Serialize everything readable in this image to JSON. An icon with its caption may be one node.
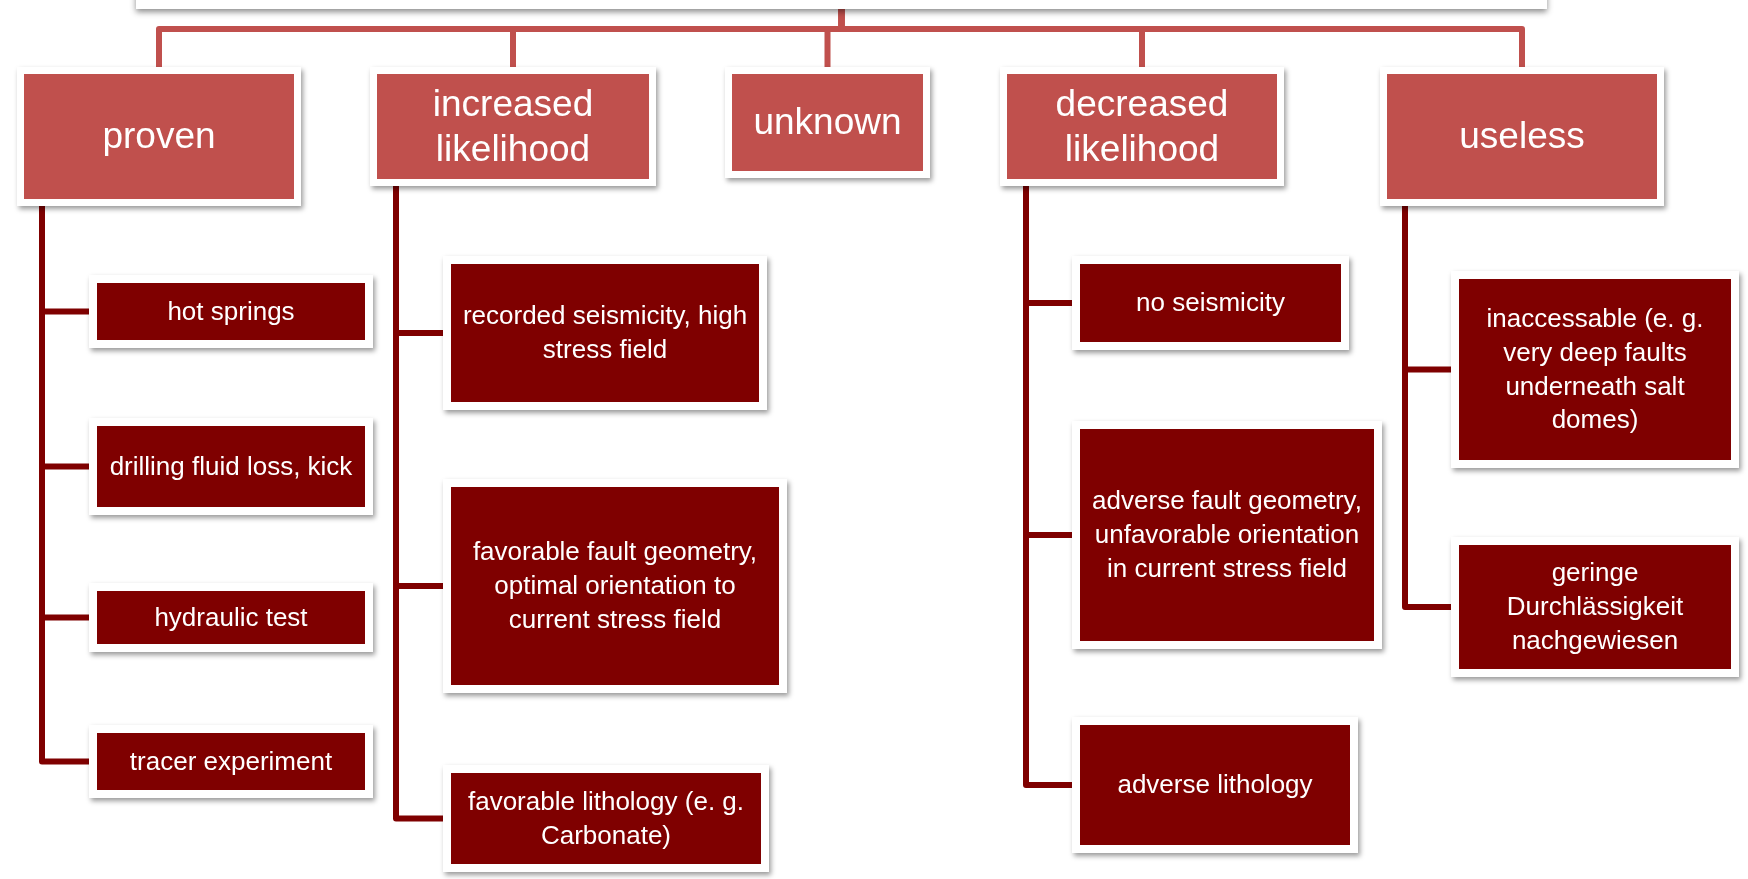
{
  "diagram": {
    "nodes": [
      {
        "text": [],
        "shape": "box"
      },
      {
        "text": [
          "proven"
        ]
      },
      {
        "text": [
          "hot springs"
        ]
      },
      {
        "text": [
          "drilling fluid loss, kick"
        ]
      },
      {
        "text": [
          "hydraulic test"
        ]
      },
      {
        "text": [
          "tracer experiment"
        ]
      },
      {
        "text": [
          "increased likelihood"
        ]
      },
      {
        "text": [
          "recorded seismicity, high stress field"
        ]
      },
      {
        "text": [
          "favorable fault geometry, optimal orientation to current stress field"
        ]
      },
      {
        "text": [
          "favorable lithology (e. g. Carbonate)"
        ]
      },
      {
        "text": [
          "unknown"
        ]
      },
      {
        "text": [
          "decreased likelihood"
        ]
      },
      {
        "text": [
          "no seismicity"
        ]
      },
      {
        "text": [
          "adverse fault geometry, unfavorable orientation in current stress field"
        ]
      },
      {
        "text": [
          "adverse lithology"
        ]
      },
      {
        "text": [
          "useless"
        ]
      },
      {
        "text": [
          "inaccessable (e. g. very deep faults underneath salt domes)"
        ]
      },
      {
        "text": [
          "geringe Durchlässigkeit nachgewiesen"
        ]
      }
    ],
    "edges": [
      {
        "from": 0,
        "to": 1,
        "arrow": "none",
        "color": "#c0504d"
      },
      {
        "from": 0,
        "to": 6,
        "arrow": "none",
        "color": "#c0504d"
      },
      {
        "from": 0,
        "to": 10,
        "arrow": "none",
        "color": "#c0504d"
      },
      {
        "from": 0,
        "to": 11,
        "arrow": "none",
        "color": "#c0504d"
      },
      {
        "from": 0,
        "to": 15,
        "arrow": "none",
        "color": "#c0504d"
      },
      {
        "from": 1,
        "to": 2,
        "arrow": "none"
      },
      {
        "from": 1,
        "to": 3,
        "arrow": "none"
      },
      {
        "from": 1,
        "to": 4,
        "arrow": "none"
      },
      {
        "from": 1,
        "to": 5,
        "arrow": "none"
      },
      {
        "from": 6,
        "to": 7,
        "arrow": "none"
      },
      {
        "from": 6,
        "to": 8,
        "arrow": "none"
      },
      {
        "from": 6,
        "to": 9,
        "arrow": "none"
      },
      {
        "from": 11,
        "to": 12,
        "arrow": "none"
      },
      {
        "from": 11,
        "to": 13,
        "arrow": "none"
      },
      {
        "from": 11,
        "to": 14,
        "arrow": "none"
      },
      {
        "from": 15,
        "to": 16,
        "arrow": "none"
      },
      {
        "from": 15,
        "to": 17,
        "arrow": "none"
      }
    ]
  }
}
